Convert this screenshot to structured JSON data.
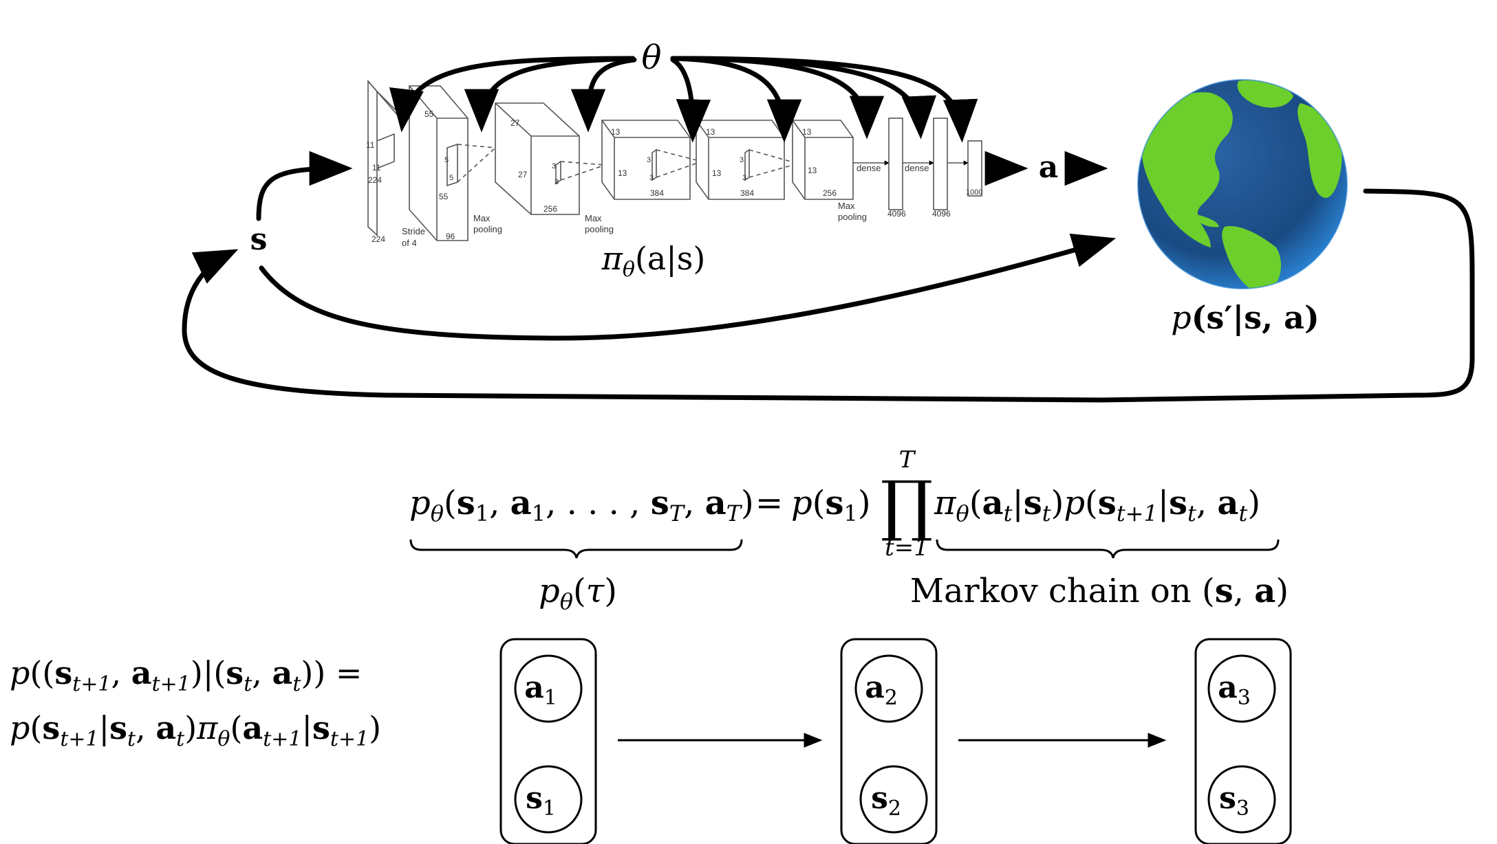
{
  "theta": "θ",
  "s": "s",
  "a": "a",
  "policy_label": {
    "pi": "π",
    "sub": "θ",
    "args": "(a|s)"
  },
  "dynamics_label": {
    "p": "p",
    "args": "(s′|s, a)"
  },
  "cnn": {
    "input": {
      "d1": "224",
      "d2": "224",
      "k1": "11",
      "k2": "11",
      "stride": "Stride\nof 4"
    },
    "conv1": {
      "d1": "55",
      "d2": "55",
      "depth": "96",
      "k1": "5",
      "k2": "5",
      "pool": "Max\npooling"
    },
    "conv2": {
      "d1": "27",
      "d2": "27",
      "depth": "256",
      "k1": "3",
      "k2": "3",
      "pool": "Max\npooling"
    },
    "conv3": {
      "d1": "13",
      "d2": "13",
      "depth": "384",
      "k1": "3",
      "k2": "3"
    },
    "conv4": {
      "d1": "13",
      "d2": "13",
      "depth": "384",
      "k1": "3",
      "k2": "3"
    },
    "conv5": {
      "d1": "13",
      "d2": "13",
      "depth": "256",
      "pool": "Max\npooling"
    },
    "dense1": {
      "label": "dense",
      "size": "4096"
    },
    "dense2": {
      "label": "dense",
      "size": "4096"
    },
    "out": {
      "size": "1000"
    }
  },
  "equation": {
    "lhs": "p_θ(s_1, a_1, …, s_T, a_T)",
    "eq": "=",
    "prior": "p(s_1)",
    "prod_upper": "T",
    "prod_lower": "t=1",
    "prod_sym": "∏",
    "rhs": "π_θ(a_t|s_t)p(s_{t+1}|s_t, a_t)",
    "brace_left_label": "p_θ(τ)",
    "brace_right_label": "Markov chain on (s, a)"
  },
  "transition": {
    "line1": "p((s_{t+1}, a_{t+1})|(s_t, a_t)) =",
    "line2": "p(s_{t+1}|s_t, a_t)π_θ(a_{t+1}|s_{t+1})"
  },
  "chain": [
    {
      "a": "a",
      "s": "s",
      "idx": "1"
    },
    {
      "a": "a",
      "s": "s",
      "idx": "2"
    },
    {
      "a": "a",
      "s": "s",
      "idx": "3"
    }
  ],
  "colors": {
    "ocean": "#1d4f86",
    "land": "#6ccf2c",
    "ink": "#000000"
  }
}
